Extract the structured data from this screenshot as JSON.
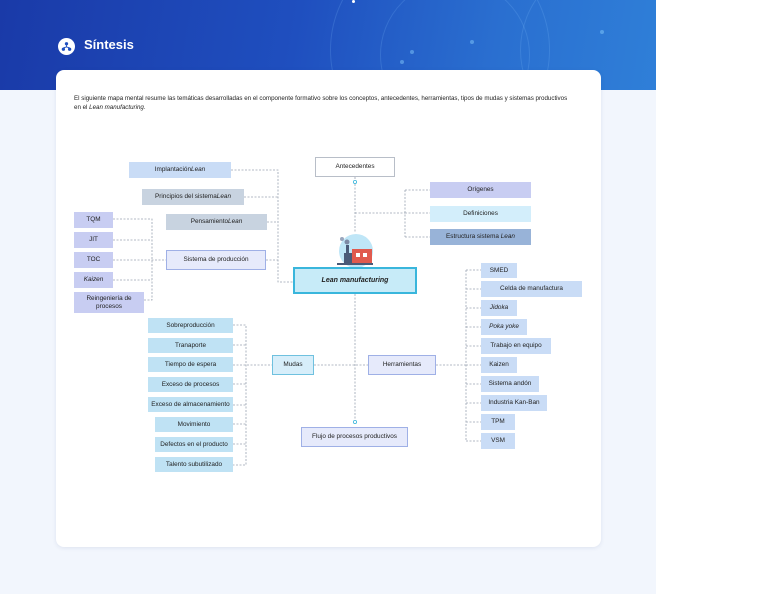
{
  "header": {
    "title": "Síntesis",
    "icon": "network-icon"
  },
  "intro": {
    "text": "El siguiente mapa mental resume las temáticas desarrolladas en el componente formativo sobre los conceptos, antecedentes, herramientas, tipos de mudas y sistemas productivos en el ",
    "emphasis": "Lean manufacturing",
    "end": "."
  },
  "mindmap": {
    "center": "Lean manufacturing",
    "center_icon": "factory-icon",
    "antecedentes": {
      "label": "Antecedentes",
      "items": [
        "Orígenes",
        "Definiciones",
        "Estructura sistema Lean"
      ]
    },
    "left_top": [
      "Implantación Lean",
      "Principios del sistema Lean",
      "Pensamiento Lean"
    ],
    "sistema_produccion": {
      "label": "Sistema de producción",
      "items": [
        "TQM",
        "JIT",
        "TOC",
        "Kaizen",
        "Reingeniería de procesos"
      ]
    },
    "mudas": {
      "label": "Mudas",
      "items": [
        "Sobreproducción",
        "Tranaporte",
        "Tiempo de espera",
        "Exceso de procesos",
        "Exceso de almacenamiento",
        "Movimiento",
        "Defectos en el producto",
        "Talento subutilizado"
      ]
    },
    "herramientas": {
      "label": "Herramientas",
      "items": [
        "SMED",
        "Celda de manufactura",
        "Jidoka",
        "Poka yoke",
        "Trabajo en equipo",
        "Kaizen",
        "Sistema andón",
        "Industria Kan-Ban",
        "TPM",
        "VSM"
      ]
    },
    "flujo": "Flujo de procesos productivos"
  }
}
